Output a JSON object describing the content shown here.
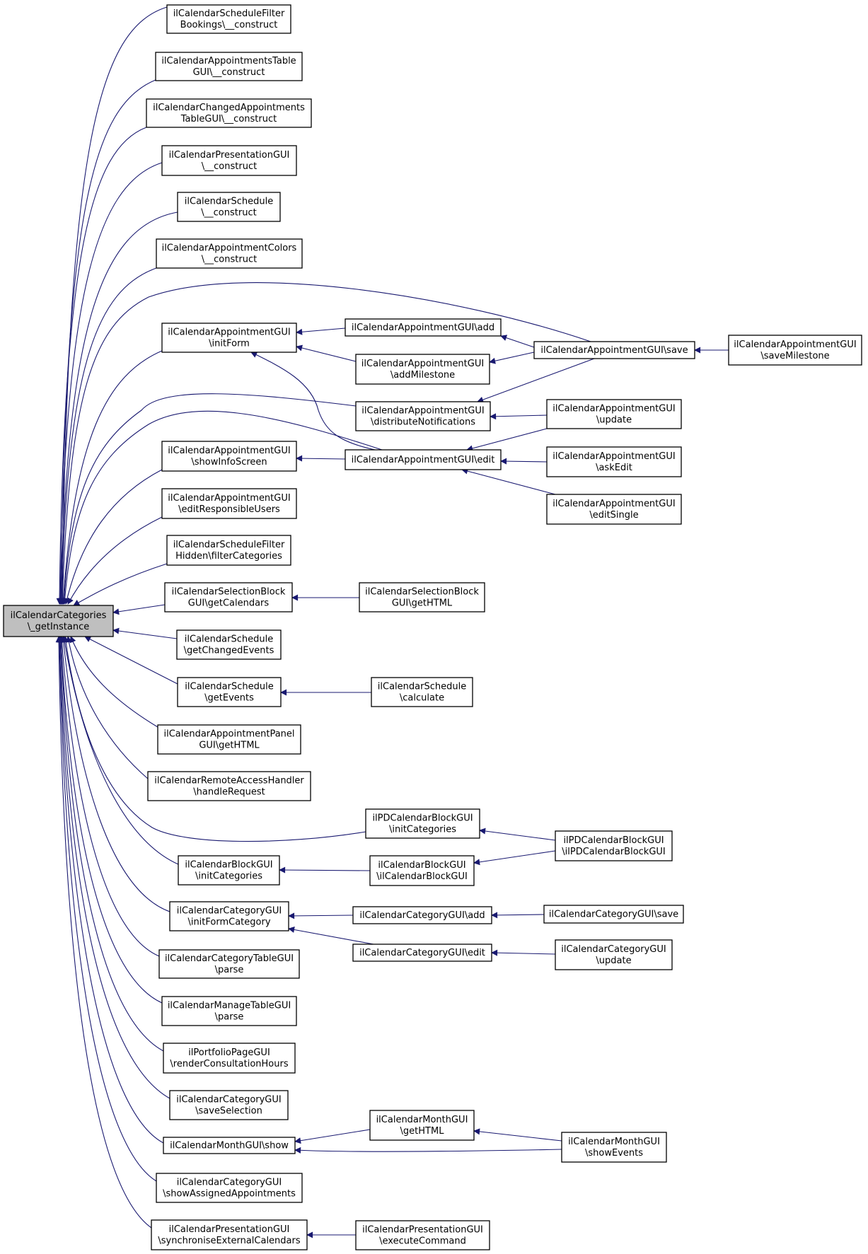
{
  "nodes": [
    {
      "id": "root",
      "lines": [
        "ilCalendarCategories",
        "\\_getInstance"
      ],
      "highlight": true
    },
    {
      "id": "n1",
      "lines": [
        "ilCalendarScheduleFilter",
        "Bookings\\__construct"
      ]
    },
    {
      "id": "n2",
      "lines": [
        "ilCalendarAppointmentsTable",
        "GUI\\__construct"
      ]
    },
    {
      "id": "n3",
      "lines": [
        "ilCalendarChangedAppointments",
        "TableGUI\\__construct"
      ]
    },
    {
      "id": "n4",
      "lines": [
        "ilCalendarPresentationGUI",
        "\\__construct"
      ]
    },
    {
      "id": "n5",
      "lines": [
        "ilCalendarSchedule",
        "\\__construct"
      ]
    },
    {
      "id": "n6",
      "lines": [
        "ilCalendarAppointmentColors",
        "\\__construct"
      ]
    },
    {
      "id": "n7",
      "lines": [
        "ilCalendarAppointmentGUI",
        "\\initForm"
      ]
    },
    {
      "id": "n8",
      "lines": [
        "ilCalendarAppointmentGUI\\add"
      ]
    },
    {
      "id": "n9",
      "lines": [
        "ilCalendarAppointmentGUI",
        "\\addMilestone"
      ]
    },
    {
      "id": "n10",
      "lines": [
        "ilCalendarAppointmentGUI\\save"
      ]
    },
    {
      "id": "n11",
      "lines": [
        "ilCalendarAppointmentGUI",
        "\\saveMilestone"
      ]
    },
    {
      "id": "n12",
      "lines": [
        "ilCalendarAppointmentGUI",
        "\\distributeNotifications"
      ]
    },
    {
      "id": "n13",
      "lines": [
        "ilCalendarAppointmentGUI",
        "\\update"
      ]
    },
    {
      "id": "n14",
      "lines": [
        "ilCalendarAppointmentGUI",
        "\\showInfoScreen"
      ]
    },
    {
      "id": "n15",
      "lines": [
        "ilCalendarAppointmentGUI\\edit"
      ]
    },
    {
      "id": "n16",
      "lines": [
        "ilCalendarAppointmentGUI",
        "\\askEdit"
      ]
    },
    {
      "id": "n17",
      "lines": [
        "ilCalendarAppointmentGUI",
        "\\editSingle"
      ]
    },
    {
      "id": "n18",
      "lines": [
        "ilCalendarAppointmentGUI",
        "\\editResponsibleUsers"
      ]
    },
    {
      "id": "n19",
      "lines": [
        "ilCalendarScheduleFilter",
        "Hidden\\filterCategories"
      ]
    },
    {
      "id": "n20",
      "lines": [
        "ilCalendarSelectionBlock",
        "GUI\\getCalendars"
      ]
    },
    {
      "id": "n21",
      "lines": [
        "ilCalendarSelectionBlock",
        "GUI\\getHTML"
      ]
    },
    {
      "id": "n22",
      "lines": [
        "ilCalendarSchedule",
        "\\getChangedEvents"
      ]
    },
    {
      "id": "n23",
      "lines": [
        "ilCalendarSchedule",
        "\\getEvents"
      ]
    },
    {
      "id": "n24",
      "lines": [
        "ilCalendarSchedule",
        "\\calculate"
      ]
    },
    {
      "id": "n25",
      "lines": [
        "ilCalendarAppointmentPanel",
        "GUI\\getHTML"
      ]
    },
    {
      "id": "n26",
      "lines": [
        "ilCalendarRemoteAccessHandler",
        "\\handleRequest"
      ]
    },
    {
      "id": "n27",
      "lines": [
        "ilPDCalendarBlockGUI",
        "\\initCategories"
      ]
    },
    {
      "id": "n28",
      "lines": [
        "ilPDCalendarBlockGUI",
        "\\ilPDCalendarBlockGUI"
      ]
    },
    {
      "id": "n29",
      "lines": [
        "ilCalendarBlockGUI",
        "\\initCategories"
      ]
    },
    {
      "id": "n30",
      "lines": [
        "ilCalendarBlockGUI",
        "\\ilCalendarBlockGUI"
      ]
    },
    {
      "id": "n31",
      "lines": [
        "ilCalendarCategoryGUI",
        "\\initFormCategory"
      ]
    },
    {
      "id": "n32",
      "lines": [
        "ilCalendarCategoryGUI\\add"
      ]
    },
    {
      "id": "n33",
      "lines": [
        "ilCalendarCategoryGUI\\save"
      ]
    },
    {
      "id": "n34",
      "lines": [
        "ilCalendarCategoryGUI\\edit"
      ]
    },
    {
      "id": "n35",
      "lines": [
        "ilCalendarCategoryGUI",
        "\\update"
      ]
    },
    {
      "id": "n36",
      "lines": [
        "ilCalendarCategoryTableGUI",
        "\\parse"
      ]
    },
    {
      "id": "n37",
      "lines": [
        "ilCalendarManageTableGUI",
        "\\parse"
      ]
    },
    {
      "id": "n38",
      "lines": [
        "ilPortfolioPageGUI",
        "\\renderConsultationHours"
      ]
    },
    {
      "id": "n39",
      "lines": [
        "ilCalendarCategoryGUI",
        "\\saveSelection"
      ]
    },
    {
      "id": "n40",
      "lines": [
        "ilCalendarMonthGUI\\show"
      ]
    },
    {
      "id": "n41",
      "lines": [
        "ilCalendarMonthGUI",
        "\\getHTML"
      ]
    },
    {
      "id": "n42",
      "lines": [
        "ilCalendarMonthGUI",
        "\\showEvents"
      ]
    },
    {
      "id": "n43",
      "lines": [
        "ilCalendarCategoryGUI",
        "\\showAssignedAppointments"
      ]
    },
    {
      "id": "n44",
      "lines": [
        "ilCalendarPresentationGUI",
        "\\synchroniseExternalCalendars"
      ]
    },
    {
      "id": "n45",
      "lines": [
        "ilCalendarPresentationGUI",
        "\\executeCommand"
      ]
    }
  ],
  "edges": [
    {
      "from": "n1",
      "to": "root"
    },
    {
      "from": "n2",
      "to": "root"
    },
    {
      "from": "n3",
      "to": "root"
    },
    {
      "from": "n4",
      "to": "root"
    },
    {
      "from": "n5",
      "to": "root"
    },
    {
      "from": "n6",
      "to": "root"
    },
    {
      "from": "n7",
      "to": "root"
    },
    {
      "from": "n10",
      "to": "root"
    },
    {
      "from": "n12",
      "to": "root"
    },
    {
      "from": "n15",
      "to": "root"
    },
    {
      "from": "n14",
      "to": "root"
    },
    {
      "from": "n18",
      "to": "root"
    },
    {
      "from": "n19",
      "to": "root"
    },
    {
      "from": "n20",
      "to": "root"
    },
    {
      "from": "n22",
      "to": "root"
    },
    {
      "from": "n23",
      "to": "root"
    },
    {
      "from": "n25",
      "to": "root"
    },
    {
      "from": "n26",
      "to": "root"
    },
    {
      "from": "n27",
      "to": "root"
    },
    {
      "from": "n29",
      "to": "root"
    },
    {
      "from": "n31",
      "to": "root"
    },
    {
      "from": "n36",
      "to": "root"
    },
    {
      "from": "n37",
      "to": "root"
    },
    {
      "from": "n38",
      "to": "root"
    },
    {
      "from": "n39",
      "to": "root"
    },
    {
      "from": "n40",
      "to": "root"
    },
    {
      "from": "n43",
      "to": "root"
    },
    {
      "from": "n44",
      "to": "root"
    },
    {
      "from": "n8",
      "to": "n7"
    },
    {
      "from": "n9",
      "to": "n7"
    },
    {
      "from": "n15",
      "to": "n7"
    },
    {
      "from": "n10",
      "to": "n8"
    },
    {
      "from": "n10",
      "to": "n9"
    },
    {
      "from": "n11",
      "to": "n10"
    },
    {
      "from": "n10",
      "to": "n12"
    },
    {
      "from": "n13",
      "to": "n12"
    },
    {
      "from": "n15",
      "to": "n14"
    },
    {
      "from": "n13",
      "to": "n15"
    },
    {
      "from": "n16",
      "to": "n15"
    },
    {
      "from": "n17",
      "to": "n15"
    },
    {
      "from": "n21",
      "to": "n20"
    },
    {
      "from": "n24",
      "to": "n23"
    },
    {
      "from": "n28",
      "to": "n27"
    },
    {
      "from": "n30",
      "to": "n29"
    },
    {
      "from": "n28",
      "to": "n30"
    },
    {
      "from": "n32",
      "to": "n31"
    },
    {
      "from": "n34",
      "to": "n31"
    },
    {
      "from": "n33",
      "to": "n32"
    },
    {
      "from": "n35",
      "to": "n34"
    },
    {
      "from": "n41",
      "to": "n40"
    },
    {
      "from": "n42",
      "to": "n40"
    },
    {
      "from": "n42",
      "to": "n41"
    },
    {
      "from": "n45",
      "to": "n44"
    }
  ]
}
